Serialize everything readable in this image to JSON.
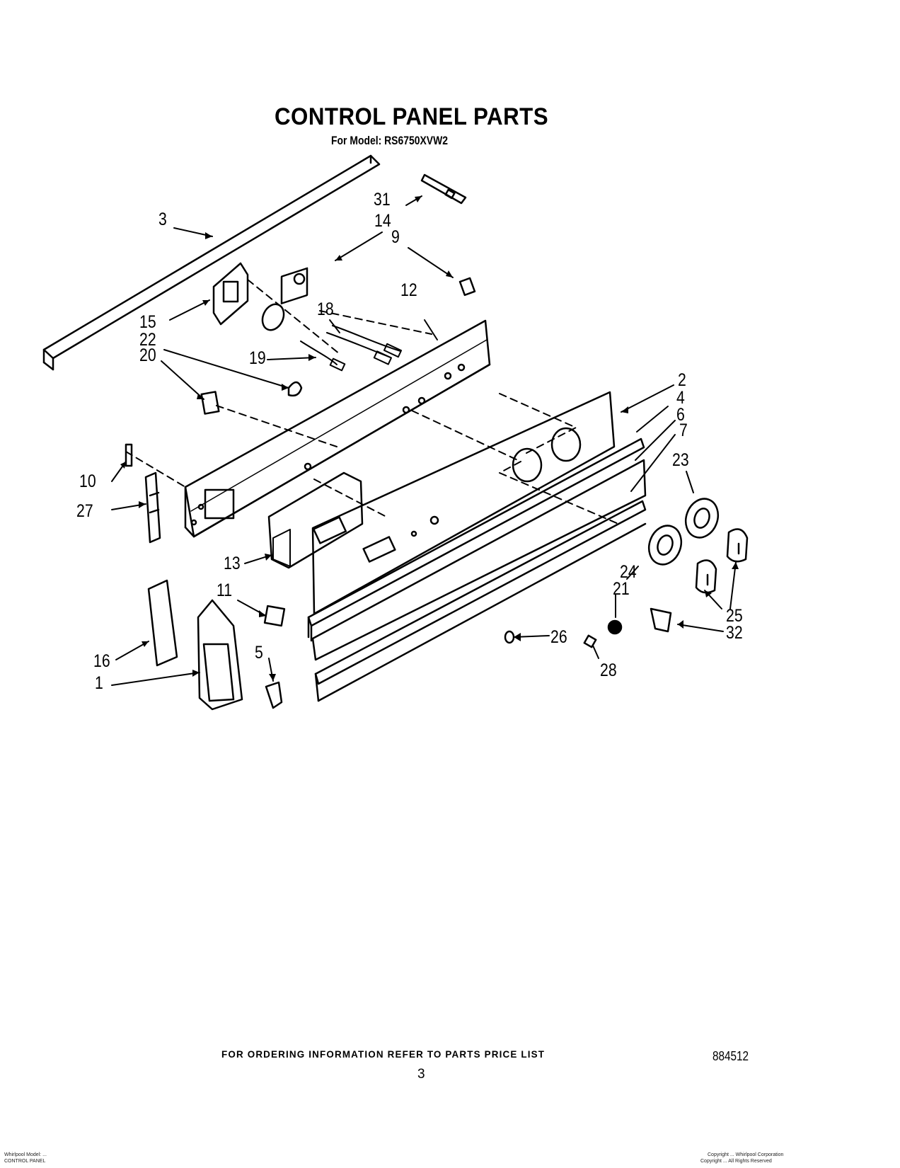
{
  "title": "CONTROL PANEL PARTS",
  "subtitle": "For Model: RS6750XVW2",
  "footer_note": "FOR ORDERING INFORMATION REFER TO PARTS PRICE LIST",
  "page_number": "3",
  "document_number": "884512",
  "bottom_left_lines": [
    "Whirlpool Model: ...",
    "CONTROL PANEL"
  ],
  "bottom_right_lines": [
    "Copyright ... Whirlpool Corporation",
    "Copyright ... All Rights Reserved"
  ],
  "callouts": [
    "3",
    "31",
    "14",
    "9",
    "12",
    "18",
    "15",
    "22",
    "20",
    "19",
    "2",
    "4",
    "6",
    "7",
    "23",
    "10",
    "27",
    "13",
    "11",
    "16",
    "1",
    "5",
    "24",
    "21",
    "25",
    "32",
    "26",
    "28"
  ]
}
